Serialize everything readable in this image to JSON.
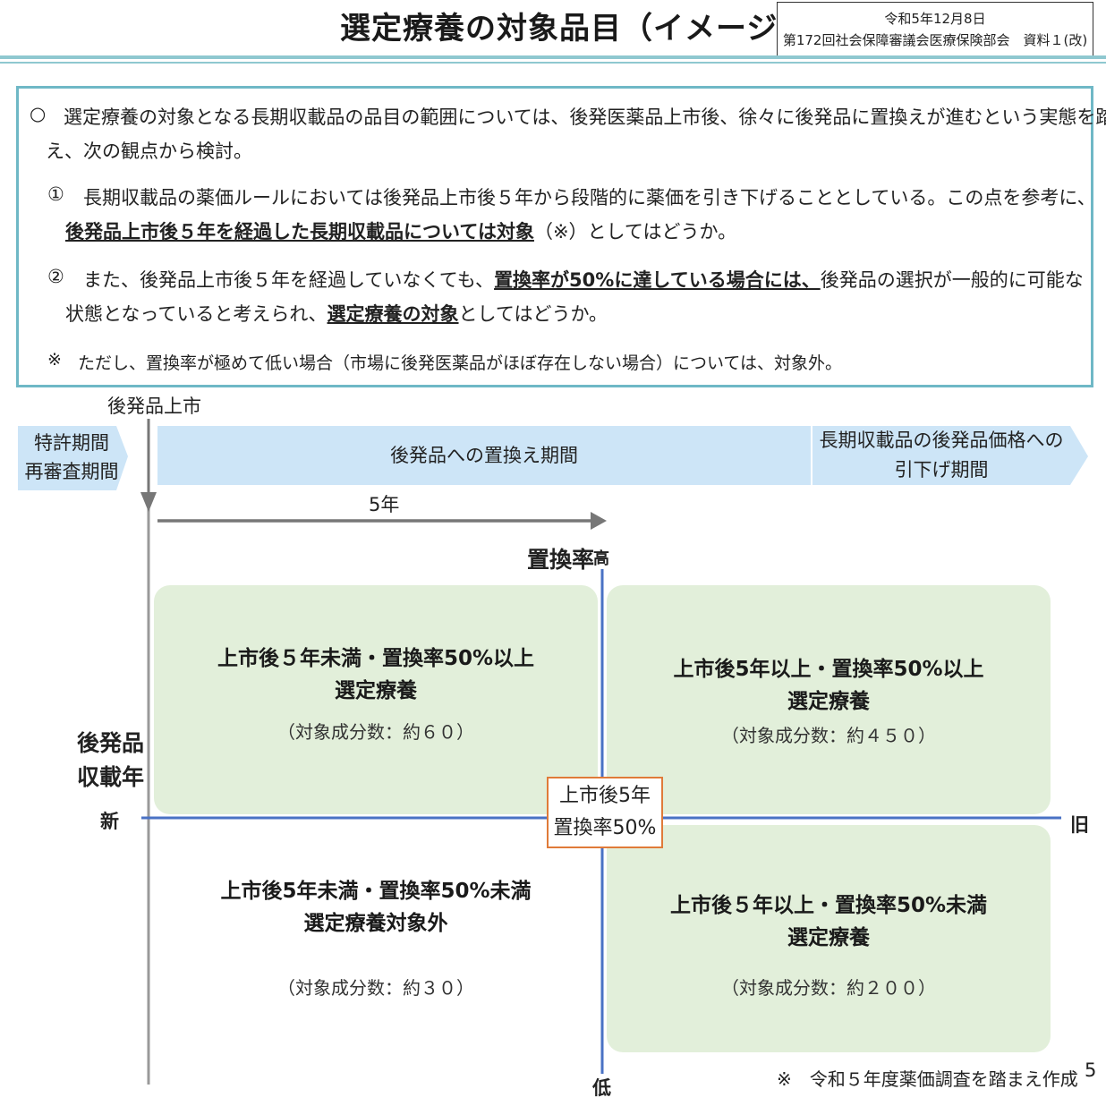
{
  "header": {
    "title": "選定療養の対象品目（イメージ）",
    "date": "令和5年12月8日",
    "meeting": "第172回社会保障審議会医療保険部会　資料１(改)"
  },
  "panel": {
    "bullet": "○",
    "intro_line1": "選定療養の対象となる長期収載品の品目の範囲については、後発医薬品上市後、徐々に後発品に置換えが進むという実態を踏ま",
    "intro_line2": "え、次の観点から検討。",
    "item1_num": "①",
    "item1_line1": "長期収載品の薬価ルールにおいては後発品上市後５年から段階的に薬価を引き下げることとしている。この点を参考に、",
    "item1_bold": "後発品上市後５年を経過した長期収載品については対象",
    "item1_rest": "（※）としてはどうか。",
    "item2_num": "②",
    "item2_pre": "また、後発品上市後５年を経過していなくても、",
    "item2_bold1": "置換率が50%に達している場合には、",
    "item2_post": "後発品の選択が一般的に可能な",
    "item2_line2_pre": "状態となっていると考えられ、",
    "item2_bold2": "選定療養の対象",
    "item2_line2_post": "としてはどうか。",
    "note_mark": "※",
    "note": "ただし、置換率が極めて低い場合（市場に後発医薬品がほぼ存在しない場合）については、対象外。"
  },
  "timeline": {
    "launch_label": "後発品上市",
    "band1_line1": "特許期間",
    "band1_line2": "再審査期間",
    "band2": "後発品への置換え期間",
    "band3_line1": "長期収載品の後発品価格への",
    "band3_line2": "引下げ期間",
    "five_years": "5年"
  },
  "axes": {
    "y_title": "置換率",
    "y_high": "高",
    "y_low": "低",
    "x_title_line1": "後発品",
    "x_title_line2": "収載年",
    "x_new": "新",
    "x_old": "旧",
    "center_line1": "上市後5年",
    "center_line2": "置換率50%"
  },
  "quadrants": {
    "top_left": {
      "line1": "上市後５年未満・置換率50%以上",
      "line2": "選定療養",
      "count": "（対象成分数：約６０）"
    },
    "top_right": {
      "line1": "上市後5年以上・置換率50%以上",
      "line2": "選定療養",
      "count": "（対象成分数：約４５０）"
    },
    "bottom_left": {
      "line1": "上市後5年未満・置換率50%未満",
      "line2": "選定療養対象外",
      "count": "（対象成分数：約３０）"
    },
    "bottom_right": {
      "line1": "上市後５年以上・置換率50%未満",
      "line2": "選定療養",
      "count": "（対象成分数：約２００）"
    }
  },
  "footer": {
    "note": "※　令和５年度薬価調査を踏まえ作成",
    "page": "5"
  },
  "colors": {
    "panel_border": "#6fb8c6",
    "band": "#cde5f7",
    "quadrant": "#e2efda",
    "axis": "#4a72c4",
    "center_border": "#e07b39"
  }
}
